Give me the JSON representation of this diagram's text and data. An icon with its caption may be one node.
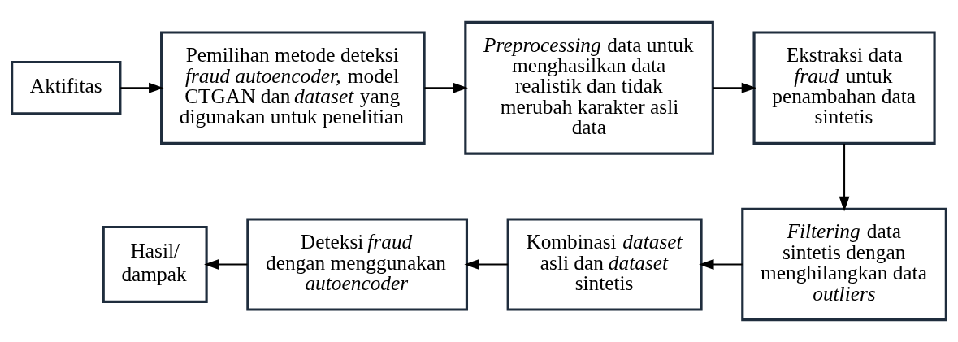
{
  "diagram": {
    "nodes": [
      {
        "text": [
          "Aktifitas"
        ]
      },
      {
        "text": [
          "Pemilihan metode deteksi *fraud autoencoder,* model CTGAN dan *dataset* yang digunakan untuk penelitian"
        ]
      },
      {
        "text": [
          "*Preprocessing* data untuk menghasilkan data realistik dan tidak merubah karakter asli data"
        ]
      },
      {
        "text": [
          "Ekstraksi data *fraud* untuk penambahan data sintetis"
        ]
      },
      {
        "text": [
          "*Filtering* data sintetis dengan menghilangkan data *outliers*"
        ]
      },
      {
        "text": [
          "Kombinasi *dataset* asli dan *dataset* sintetis"
        ]
      },
      {
        "text": [
          "Deteksi *fraud* dengan menggunakan *autoencoder*"
        ]
      },
      {
        "text": [
          "Hasil/ dampak"
        ]
      }
    ],
    "edges": [
      {
        "from": 0,
        "to": 1,
        "arrow": "to"
      },
      {
        "from": 1,
        "to": 2,
        "arrow": "to"
      },
      {
        "from": 2,
        "to": 3,
        "arrow": "to"
      },
      {
        "from": 3,
        "to": 4,
        "arrow": "to"
      },
      {
        "from": 4,
        "to": 5,
        "arrow": "to"
      },
      {
        "from": 5,
        "to": 6,
        "arrow": "to"
      },
      {
        "from": 6,
        "to": 7,
        "arrow": "to"
      }
    ]
  }
}
